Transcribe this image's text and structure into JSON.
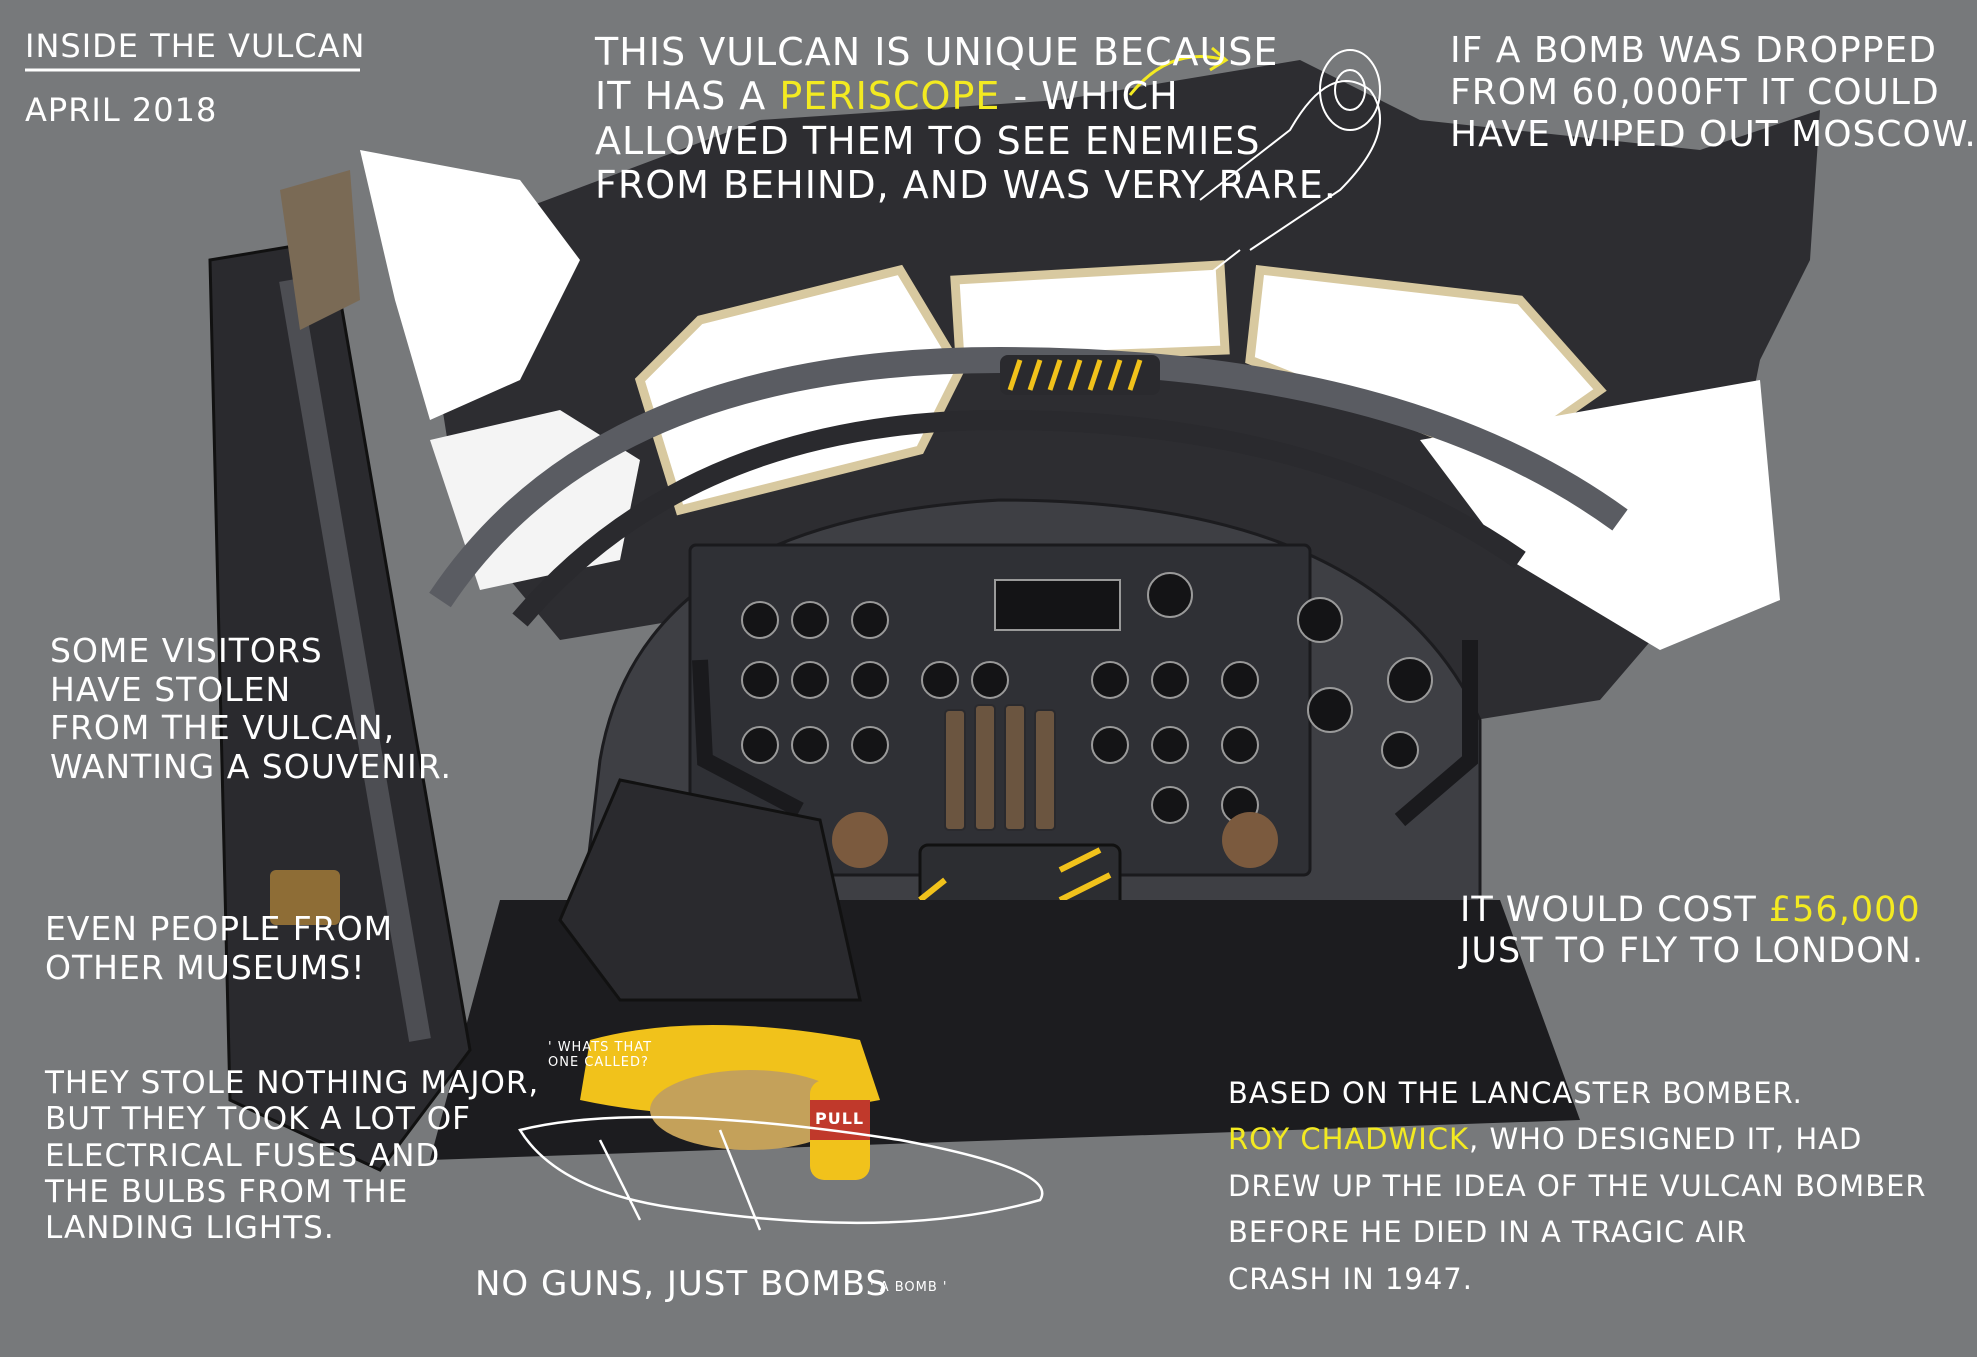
{
  "header": {
    "title": "Inside the Vulcan",
    "date": "April 2018"
  },
  "notes": {
    "periscope": {
      "l1": "This Vulcan is unique because",
      "l2_pre": "it has a ",
      "l2_hl": "Periscope",
      "l2_post": " - which",
      "l3": "allowed them to see enemies",
      "l4": "from behind, and was very rare."
    },
    "moscow": {
      "l1": "If a bomb was dropped",
      "l2": "from 60,000ft it could",
      "l3": "have wiped out Moscow."
    },
    "visitors": {
      "l1": "Some visitors",
      "l2": "have stolen",
      "l3": "from the Vulcan,",
      "l4": "wanting a souvenir."
    },
    "museums": {
      "l1": "Even people from",
      "l2": "other museums!"
    },
    "stole": {
      "l1": "They stole nothing major,",
      "l2": "but they took a lot of",
      "l3": "electrical fuses and",
      "l4": "the bulbs from the",
      "l5": "landing lights."
    },
    "cost": {
      "l1_pre": "It would cost ",
      "l1_hl": "£56,000",
      "l2": "just to fly to London."
    },
    "lancaster": {
      "l1": "Based on the Lancaster bomber.",
      "l2_hl": "Roy Chadwick",
      "l2_post": ", who designed it, had",
      "l3": "drew up the idea of the Vulcan bomber",
      "l4": "before he died in a tragic air",
      "l5": "crash in 1947."
    },
    "guns": "No guns, just bombs",
    "bomb_label": "' A bomb '",
    "whats_that_l1": "' whats that",
    "whats_that_l2": "one called?",
    "pull_label": "PULL"
  },
  "colors": {
    "background": "#77797b",
    "highlight": "#f3ea21",
    "cockpit_dark": "#2a2a2e",
    "panel": "#3e3f44",
    "window_white": "#ffffff",
    "window_trim": "#d8c9a0",
    "seat_yellow": "#f1c21b",
    "glove_brown": "#7b5a3e"
  }
}
